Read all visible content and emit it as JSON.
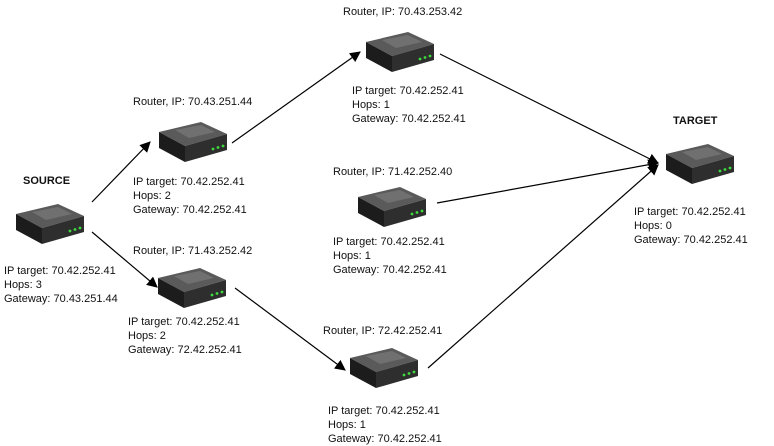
{
  "source": {
    "title": "SOURCE",
    "ip_target": "IP target: 70.42.252.41",
    "hops": "Hops: 3",
    "gateway": "Gateway: 70.43.251.44"
  },
  "target": {
    "title": "TARGET",
    "ip_target": "IP target: 70.42.252.41",
    "hops": "Hops: 0",
    "gateway": "Gateway: 70.42.252.41"
  },
  "routers": [
    {
      "id": "r1",
      "name": "Router, IP: 70.43.251.44",
      "ip_target": "IP target: 70.42.252.41",
      "hops": "Hops: 2",
      "gateway": "Gateway: 70.42.252.41"
    },
    {
      "id": "r2",
      "name": "Router, IP: 71.43.252.42",
      "ip_target": "IP target: 70.42.252.41",
      "hops": "Hops: 2",
      "gateway": "Gateway: 72.42.252.41"
    },
    {
      "id": "r3",
      "name": "Router, IP: 70.43.253.42",
      "ip_target": "IP target: 70.42.252.41",
      "hops": "Hops: 1",
      "gateway": "Gateway: 70.42.252.41"
    },
    {
      "id": "r4",
      "name": "Router, IP: 71.42.252.40",
      "ip_target": "IP target: 70.42.252.41",
      "hops": "Hops: 1",
      "gateway": "Gateway: 70.42.252.41"
    },
    {
      "id": "r5",
      "name": "Router, IP: 72.42.252.41",
      "ip_target": "IP target: 70.42.252.41",
      "hops": "Hops: 1",
      "gateway": "Gateway: 70.42.252.41"
    }
  ],
  "colors": {
    "router_body": "#2b2b2b",
    "router_top": "#4a4a4a",
    "led": "#3ddc3d",
    "edge": "#000000"
  }
}
